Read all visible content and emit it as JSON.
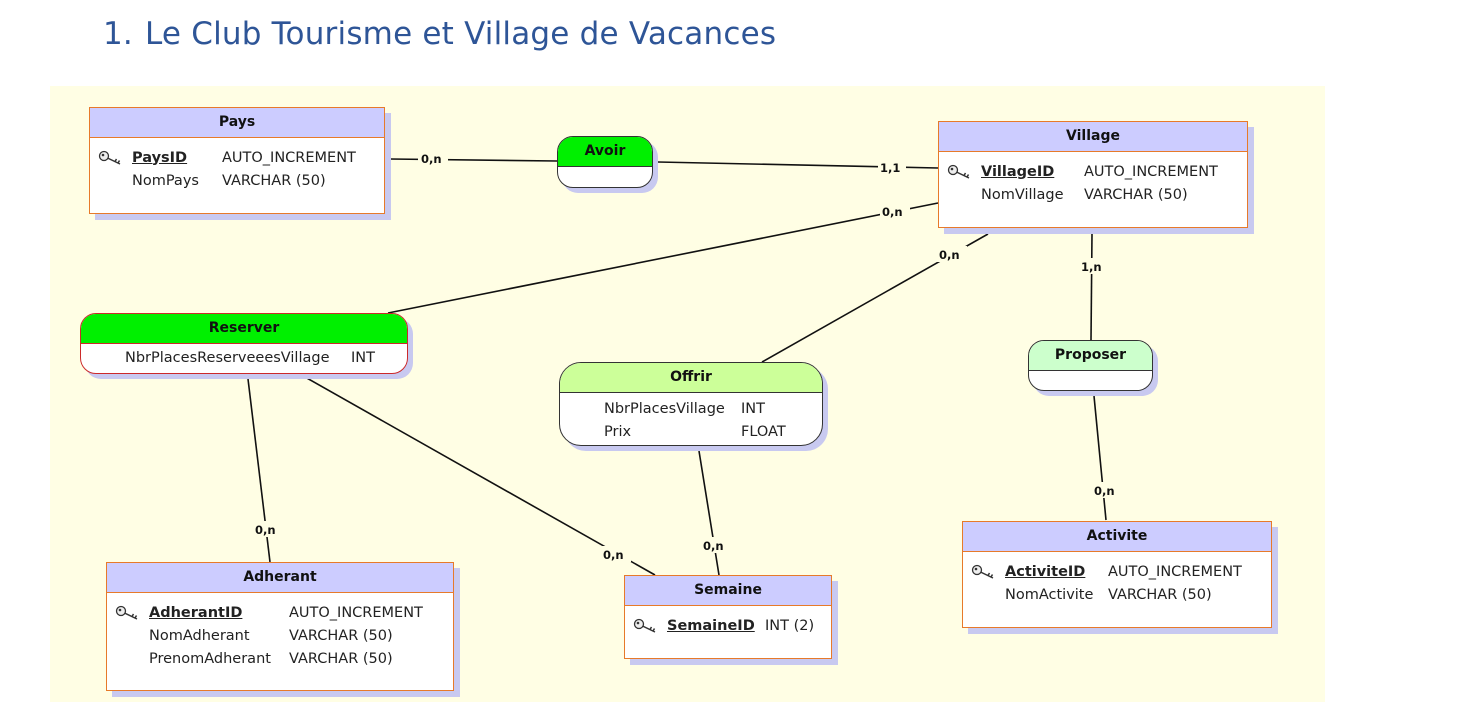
{
  "document": {
    "section_number": "1.",
    "title": "Le Club Tourisme et Village de Vacances"
  },
  "entities": {
    "pays": {
      "name": "Pays",
      "fields": [
        {
          "name": "PaysID",
          "type": "AUTO_INCREMENT",
          "pk": true
        },
        {
          "name": "NomPays",
          "type": "VARCHAR (50)",
          "pk": false
        }
      ]
    },
    "village": {
      "name": "Village",
      "fields": [
        {
          "name": "VillageID",
          "type": "AUTO_INCREMENT",
          "pk": true
        },
        {
          "name": "NomVillage",
          "type": "VARCHAR (50)",
          "pk": false
        }
      ]
    },
    "adherant": {
      "name": "Adherant",
      "fields": [
        {
          "name": "AdherantID",
          "type": "AUTO_INCREMENT",
          "pk": true
        },
        {
          "name": "NomAdherant",
          "type": "VARCHAR (50)",
          "pk": false
        },
        {
          "name": "PrenomAdherant",
          "type": "VARCHAR (50)",
          "pk": false
        }
      ]
    },
    "semaine": {
      "name": "Semaine",
      "fields": [
        {
          "name": "SemaineID",
          "type": "INT (2)",
          "pk": true
        }
      ]
    },
    "activite": {
      "name": "Activite",
      "fields": [
        {
          "name": "ActiviteID",
          "type": "AUTO_INCREMENT",
          "pk": true
        },
        {
          "name": "NomActivite",
          "type": "VARCHAR (50)",
          "pk": false
        }
      ]
    }
  },
  "associations": {
    "avoir": {
      "name": "Avoir",
      "color": "#00f000",
      "fields": []
    },
    "reserver": {
      "name": "Reserver",
      "color": "#00f000",
      "fields": [
        {
          "name": "NbrPlacesReserveeesVillage",
          "type": "INT"
        }
      ]
    },
    "offrir": {
      "name": "Offrir",
      "color": "#ccff99",
      "fields": [
        {
          "name": "NbrPlacesVillage",
          "type": "INT"
        },
        {
          "name": "Prix",
          "type": "FLOAT"
        }
      ]
    },
    "proposer": {
      "name": "Proposer",
      "color": "#ccffcc",
      "fields": []
    }
  },
  "cardinalities": {
    "pays_avoir": "0,n",
    "village_avoir": "1,1",
    "village_reserver": "0,n",
    "village_offrir": "0,n",
    "village_proposer": "1,n",
    "adherant_reserver": "0,n",
    "semaine_reserver": "0,n",
    "semaine_offrir": "0,n",
    "activite_proposer": "0,n"
  },
  "colors": {
    "entity_header": "#ccccff",
    "entity_border": "#e77a2a",
    "canvas": "#fffee4",
    "shadow": "#c8c9f0",
    "title": "#2e5597"
  },
  "icons": {
    "primary_key": "key-icon"
  }
}
